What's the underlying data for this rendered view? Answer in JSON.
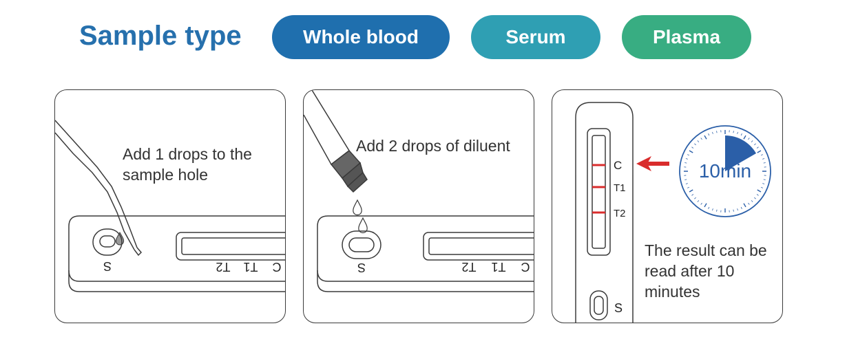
{
  "header": {
    "title": "Sample type",
    "pills": [
      {
        "label": "Whole blood",
        "color": "#1f6fae"
      },
      {
        "label": "Serum",
        "color": "#2f9fb3"
      },
      {
        "label": "Plasma",
        "color": "#38ad82"
      }
    ]
  },
  "panels": [
    {
      "instruction": "Add 1 drops to the sample hole",
      "labels": {
        "sample": "S",
        "t2": "T2",
        "t1": "T1",
        "c": "C"
      }
    },
    {
      "instruction": "Add 2 drops of diluent",
      "labels": {
        "sample": "S",
        "t2": "T2",
        "t1": "T1",
        "c": "C"
      }
    },
    {
      "instruction": "The result can be read after 10 minutes",
      "labels": {
        "c": "C",
        "t1": "T1",
        "t2": "T2",
        "sample": "S"
      },
      "timer": {
        "label": "10min",
        "elapsed_fraction": 0.1667
      },
      "line_color": "#d92c2c",
      "arrow_color": "#d92c2c"
    }
  ],
  "colors": {
    "title": "#2670ad",
    "timer": "#2b5fa8",
    "stroke": "#3a3a3a"
  }
}
